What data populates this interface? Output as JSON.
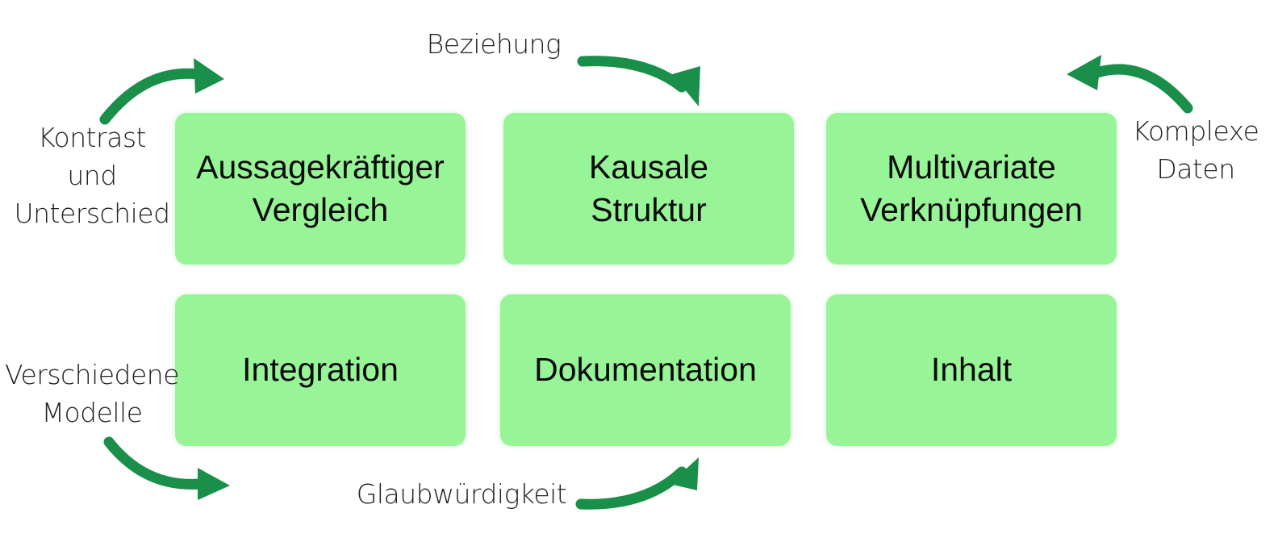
{
  "colors": {
    "box_fill": "#98f597",
    "arrow": "#1a8f4a",
    "text": "#0a0a0a",
    "label_text": "#222222"
  },
  "boxes": [
    {
      "text": "Aussagekräftiger\nVergleich"
    },
    {
      "text": "Kausale\nStruktur"
    },
    {
      "text": "Multivariate\nVerknüpfungen"
    },
    {
      "text": "Integration"
    },
    {
      "text": "Dokumentation"
    },
    {
      "text": "Inhalt"
    }
  ],
  "labels": {
    "beziehung": "Beziehung",
    "kontrast": "Kontrast\nund\nUnterschied",
    "komplexe": "Komplexe\nDaten",
    "modelle": "Verschiedene\nModelle",
    "glaub": "Glaubwürdigkeit"
  }
}
